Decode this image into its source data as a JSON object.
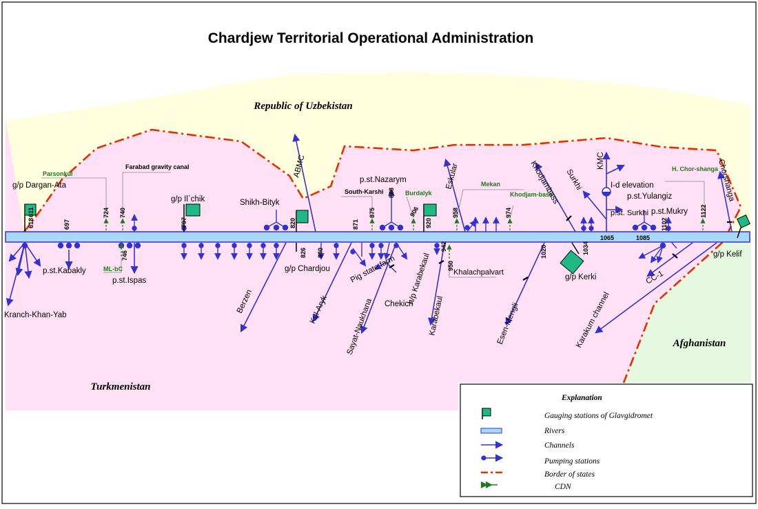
{
  "title": "Chardjew Territorial Operational Administration",
  "countries": {
    "uzbekistan": "Republic of Uzbekistan",
    "turkmenistan": "Turkmenistan",
    "afghanistan": "Afghanistan"
  },
  "colors": {
    "uzbekistan_fill": "#ffffe0",
    "turkmenistan_fill": "#ffe0f5",
    "afghanistan_fill": "#e6f8e0",
    "river": "#a8d8f8",
    "channel": "#3333cc",
    "border": "#e03000",
    "cdn": "#1f7a1f",
    "gauge": "#20b887"
  },
  "gauging_stations": [
    {
      "name": "g/p Dargan-Ata",
      "km": "611"
    },
    {
      "name": "g/p Il`chik",
      "km": "797"
    },
    {
      "name": "g/p Chardjou",
      "km": "820"
    },
    {
      "name": "g/p Kerki",
      "km": "1034"
    },
    {
      "name": "g/p Kelif",
      "km": ""
    }
  ],
  "km_marks": [
    "618",
    "697",
    "724",
    "740",
    "746",
    "826",
    "840",
    "871",
    "875",
    "888",
    "906",
    "920",
    "942",
    "950",
    "958",
    "974",
    "1020",
    "1065",
    "1085",
    "1102",
    "1122"
  ],
  "cdn_labels": [
    "Parsonkul",
    "Farabad gravity canal",
    "South-Karshi",
    "Burdalyk",
    "Mekan",
    "Khodjam-bass",
    "H. Chor-shanga",
    "ML-bC",
    "Khalachpalvart"
  ],
  "channel_labels": [
    "ABMC",
    "Eskular",
    "Khodjambass",
    "Surkhi",
    "KMC",
    "Chorshanga",
    "Berzen",
    "Kul-Aryk",
    "Sayat-Naukhana",
    "Karabekaul",
    "Esen-Mengli",
    "Karakum channel",
    "CC-1",
    "Kranch-Khan-Yab"
  ],
  "station_labels": [
    "p.st.Kabakly",
    "p.st.Ispas",
    "Shikh-Bityk",
    "p.st.Nazarym",
    "Pig state farm",
    "Chekich",
    "h/p Karabekaul",
    "I-d elevation",
    "p.st. Surkhi",
    "p.st.Yulangiz",
    "p.st.Mukry"
  ],
  "legend": {
    "title": "Explanation",
    "items": [
      {
        "icon": "gauge-flag-icon",
        "label": "Gauging stations of Glavgidromet"
      },
      {
        "icon": "river-icon",
        "label": "Rivers"
      },
      {
        "icon": "channel-arrow-icon",
        "label": "Channels"
      },
      {
        "icon": "pumping-station-icon",
        "label": "Pumping stations"
      },
      {
        "icon": "border-line-icon",
        "label": "Border of states"
      },
      {
        "icon": "cdn-arrow-icon",
        "label": "CDN"
      }
    ]
  }
}
